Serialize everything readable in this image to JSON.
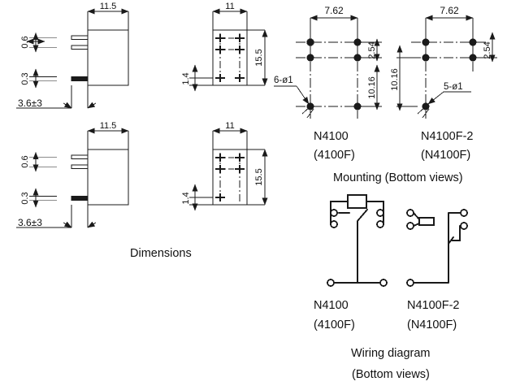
{
  "figure": {
    "title_dimensions": "Dimensions",
    "title_mounting": "Mounting (Bottom views)",
    "title_wiring": "Wiring diagram",
    "title_wiring_sub": "(Bottom views)"
  },
  "colors": {
    "line": "#1a1a1a",
    "background": "#ffffff",
    "text": "#111111"
  },
  "dimension_views": {
    "side_view_top": {
      "width_label": "11.5",
      "pin_pitch_top_label": "0.6",
      "pin_pitch_bottom_label": "0.3",
      "lead_length_label": "3.6±3"
    },
    "bottom_view_top": {
      "width_label": "11",
      "height_label": "15.5",
      "pin_offset_label": "1.4"
    },
    "side_view_bottom": {
      "width_label": "11.5",
      "pin_pitch_top_label": "0.6",
      "pin_pitch_bottom_label": "0.3",
      "lead_length_label": "3.6±3"
    },
    "bottom_view_bottom": {
      "width_label": "11",
      "height_label": "15.5",
      "pin_offset_label": "1.4"
    }
  },
  "mounting": {
    "left": {
      "name": "N4100",
      "alt_name": "(4100F)",
      "pitch_x_label": "7.62",
      "pitch_y_small_label": "2.54",
      "pitch_y_large_label": "10.16",
      "hole_note": "6-ø1",
      "hole_count": 6
    },
    "right": {
      "name": "N4100F-2",
      "alt_name": "(N4100F)",
      "pitch_x_label": "7.62",
      "pitch_y_small_label": "2.54",
      "pitch_y_large_label": "10.16",
      "hole_note": "5-ø1",
      "hole_count": 5
    }
  },
  "wiring": {
    "left": {
      "name": "N4100",
      "alt_name": "(4100F)"
    },
    "right": {
      "name": "N4100F-2",
      "alt_name": "(N4100F)"
    }
  }
}
